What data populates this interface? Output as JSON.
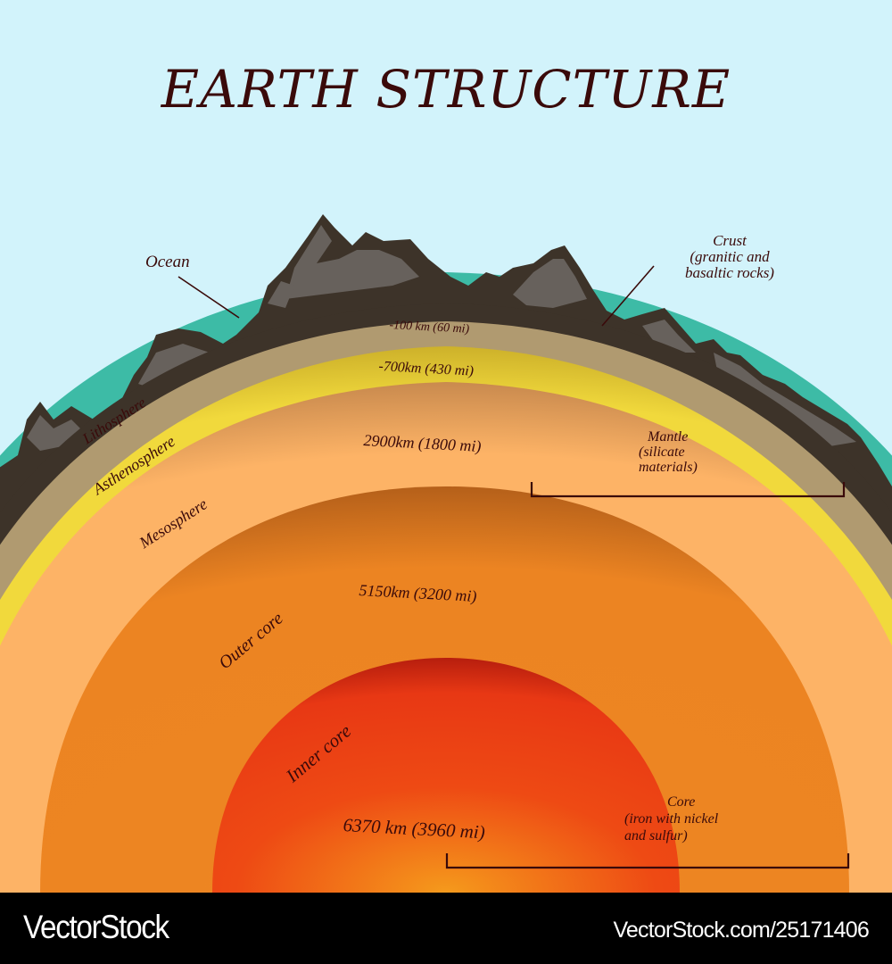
{
  "title": "EARTH STRUCTURE",
  "labels": {
    "ocean": "Ocean",
    "crust": {
      "title": "Crust",
      "line1": "(granitic and",
      "line2": "basaltic rocks)"
    },
    "lithosphere": "Lithosphere",
    "asthenosphere": "Asthenosphere",
    "mesosphere": "Mesosphere",
    "outer_core": "Outer core",
    "inner_core": "Inner core",
    "mantle": {
      "title": "Mantle",
      "line1": "(silicate",
      "line2": "materials)"
    },
    "core": {
      "title": "Core",
      "line1": "(iron with nickel",
      "line2": "and sulfur)"
    }
  },
  "depths": {
    "lithosphere": "-100 km (60 mi)",
    "asthenosphere": "-700km (430 mi)",
    "mesosphere": "2900km (1800 mi)",
    "outer_core": "5150km (3200 mi)",
    "inner_core": "6370 km (3960 mi)"
  },
  "colors": {
    "sky": "#d2f3fb",
    "ocean": "#3dbba6",
    "crust_dark": "#3d3329",
    "rock": "#67615c",
    "lithosphere": "#b09a70",
    "asthenosphere": "#f1d93c",
    "mesosphere": "#fdb366",
    "outer_core": "#ed8422",
    "inner_core": "#ee3e16",
    "text": "#3a0a0a"
  },
  "footer": {
    "brand": "VectorStock",
    "url": "VectorStock.com/25171406"
  }
}
